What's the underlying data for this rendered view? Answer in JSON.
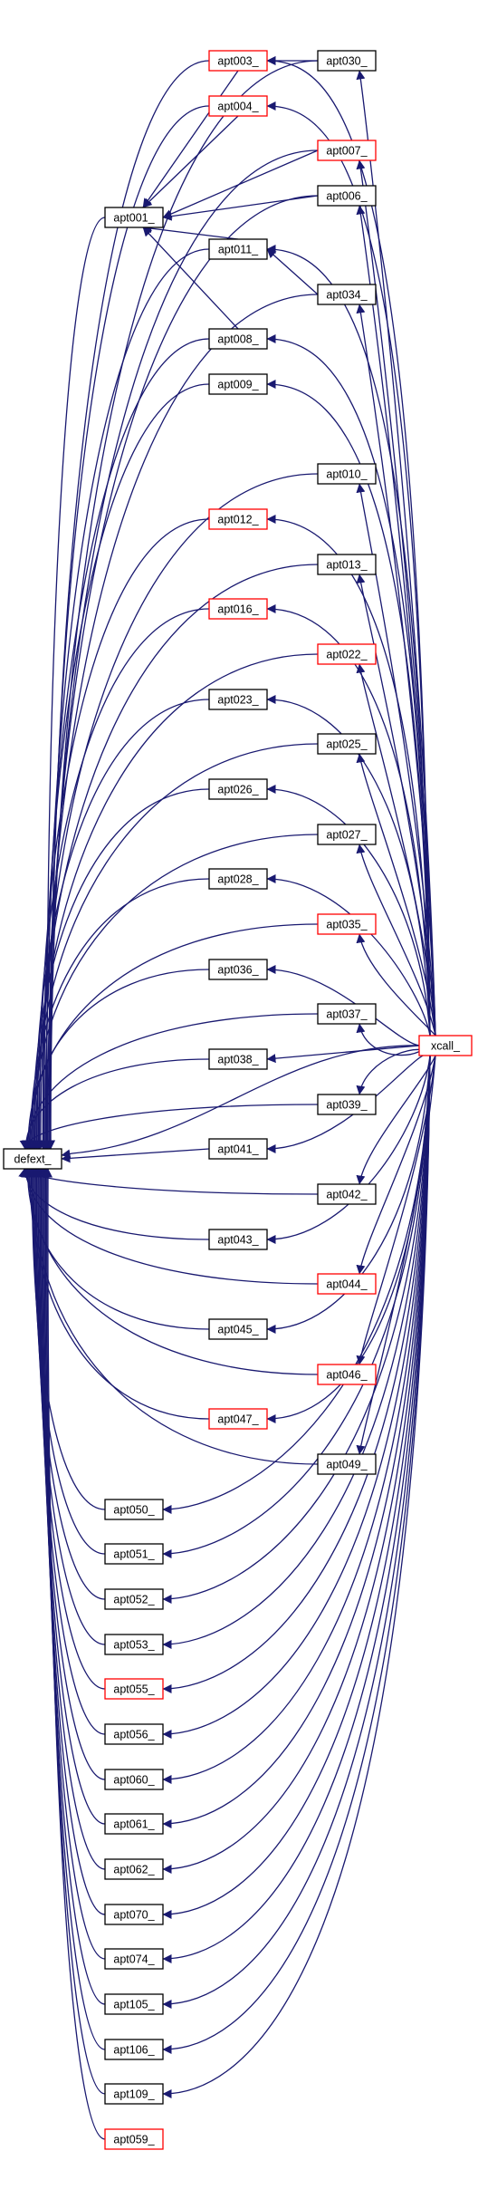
{
  "colors": {
    "edge": "#191970",
    "node_border_normal": "#000000",
    "node_border_highlight": "#ff0000",
    "root_fill": "#c0c0c0",
    "background": "#ffffff"
  },
  "nodes": [
    {
      "id": "defext",
      "label": "defext_",
      "style": "root"
    },
    {
      "id": "xcall",
      "label": "xcall_",
      "style": "red"
    },
    {
      "id": "apt001",
      "label": "apt001_",
      "style": "black"
    },
    {
      "id": "apt003",
      "label": "apt003_",
      "style": "red"
    },
    {
      "id": "apt004",
      "label": "apt004_",
      "style": "red"
    },
    {
      "id": "apt006",
      "label": "apt006_",
      "style": "black"
    },
    {
      "id": "apt007",
      "label": "apt007_",
      "style": "red"
    },
    {
      "id": "apt008",
      "label": "apt008_",
      "style": "black"
    },
    {
      "id": "apt009",
      "label": "apt009_",
      "style": "black"
    },
    {
      "id": "apt010",
      "label": "apt010_",
      "style": "black"
    },
    {
      "id": "apt011",
      "label": "apt011_",
      "style": "black"
    },
    {
      "id": "apt012",
      "label": "apt012_",
      "style": "red"
    },
    {
      "id": "apt013",
      "label": "apt013_",
      "style": "black"
    },
    {
      "id": "apt016",
      "label": "apt016_",
      "style": "red"
    },
    {
      "id": "apt022",
      "label": "apt022_",
      "style": "red"
    },
    {
      "id": "apt023",
      "label": "apt023_",
      "style": "black"
    },
    {
      "id": "apt025",
      "label": "apt025_",
      "style": "black"
    },
    {
      "id": "apt026",
      "label": "apt026_",
      "style": "black"
    },
    {
      "id": "apt027",
      "label": "apt027_",
      "style": "black"
    },
    {
      "id": "apt028",
      "label": "apt028_",
      "style": "black"
    },
    {
      "id": "apt030",
      "label": "apt030_",
      "style": "black"
    },
    {
      "id": "apt034",
      "label": "apt034_",
      "style": "black"
    },
    {
      "id": "apt035",
      "label": "apt035_",
      "style": "red"
    },
    {
      "id": "apt036",
      "label": "apt036_",
      "style": "black"
    },
    {
      "id": "apt037",
      "label": "apt037_",
      "style": "black"
    },
    {
      "id": "apt038",
      "label": "apt038_",
      "style": "black"
    },
    {
      "id": "apt039",
      "label": "apt039_",
      "style": "black"
    },
    {
      "id": "apt041",
      "label": "apt041_",
      "style": "black"
    },
    {
      "id": "apt042",
      "label": "apt042_",
      "style": "black"
    },
    {
      "id": "apt043",
      "label": "apt043_",
      "style": "black"
    },
    {
      "id": "apt044",
      "label": "apt044_",
      "style": "red"
    },
    {
      "id": "apt045",
      "label": "apt045_",
      "style": "black"
    },
    {
      "id": "apt046",
      "label": "apt046_",
      "style": "red"
    },
    {
      "id": "apt047",
      "label": "apt047_",
      "style": "red"
    },
    {
      "id": "apt049",
      "label": "apt049_",
      "style": "black"
    },
    {
      "id": "apt050",
      "label": "apt050_",
      "style": "black"
    },
    {
      "id": "apt051",
      "label": "apt051_",
      "style": "black"
    },
    {
      "id": "apt052",
      "label": "apt052_",
      "style": "black"
    },
    {
      "id": "apt053",
      "label": "apt053_",
      "style": "black"
    },
    {
      "id": "apt055",
      "label": "apt055_",
      "style": "red"
    },
    {
      "id": "apt056",
      "label": "apt056_",
      "style": "black"
    },
    {
      "id": "apt059",
      "label": "apt059_",
      "style": "red"
    },
    {
      "id": "apt060",
      "label": "apt060_",
      "style": "black"
    },
    {
      "id": "apt061",
      "label": "apt061_",
      "style": "black"
    },
    {
      "id": "apt062",
      "label": "apt062_",
      "style": "black"
    },
    {
      "id": "apt070",
      "label": "apt070_",
      "style": "black"
    },
    {
      "id": "apt074",
      "label": "apt074_",
      "style": "black"
    },
    {
      "id": "apt105",
      "label": "apt105_",
      "style": "black"
    },
    {
      "id": "apt106",
      "label": "apt106_",
      "style": "black"
    },
    {
      "id": "apt109",
      "label": "apt109_",
      "style": "black"
    }
  ],
  "edges": [
    {
      "from": "apt001",
      "to": "defext"
    },
    {
      "from": "apt003",
      "to": "defext"
    },
    {
      "from": "apt004",
      "to": "defext"
    },
    {
      "from": "apt006",
      "to": "defext"
    },
    {
      "from": "apt007",
      "to": "defext"
    },
    {
      "from": "apt008",
      "to": "defext"
    },
    {
      "from": "apt009",
      "to": "defext"
    },
    {
      "from": "apt010",
      "to": "defext"
    },
    {
      "from": "apt011",
      "to": "defext"
    },
    {
      "from": "apt012",
      "to": "defext"
    },
    {
      "from": "apt013",
      "to": "defext"
    },
    {
      "from": "apt016",
      "to": "defext"
    },
    {
      "from": "apt022",
      "to": "defext"
    },
    {
      "from": "apt023",
      "to": "defext"
    },
    {
      "from": "apt025",
      "to": "defext"
    },
    {
      "from": "apt026",
      "to": "defext"
    },
    {
      "from": "apt027",
      "to": "defext"
    },
    {
      "from": "apt028",
      "to": "defext"
    },
    {
      "from": "apt030",
      "to": "defext"
    },
    {
      "from": "apt034",
      "to": "defext"
    },
    {
      "from": "apt035",
      "to": "defext"
    },
    {
      "from": "apt036",
      "to": "defext"
    },
    {
      "from": "apt037",
      "to": "defext"
    },
    {
      "from": "apt038",
      "to": "defext"
    },
    {
      "from": "apt039",
      "to": "defext"
    },
    {
      "from": "apt041",
      "to": "defext"
    },
    {
      "from": "apt042",
      "to": "defext"
    },
    {
      "from": "apt043",
      "to": "defext"
    },
    {
      "from": "apt044",
      "to": "defext"
    },
    {
      "from": "apt045",
      "to": "defext"
    },
    {
      "from": "apt046",
      "to": "defext"
    },
    {
      "from": "apt047",
      "to": "defext"
    },
    {
      "from": "apt049",
      "to": "defext"
    },
    {
      "from": "apt050",
      "to": "defext"
    },
    {
      "from": "apt051",
      "to": "defext"
    },
    {
      "from": "apt052",
      "to": "defext"
    },
    {
      "from": "apt053",
      "to": "defext"
    },
    {
      "from": "apt055",
      "to": "defext"
    },
    {
      "from": "apt056",
      "to": "defext"
    },
    {
      "from": "apt059",
      "to": "defext"
    },
    {
      "from": "apt060",
      "to": "defext"
    },
    {
      "from": "apt061",
      "to": "defext"
    },
    {
      "from": "apt062",
      "to": "defext"
    },
    {
      "from": "apt070",
      "to": "defext"
    },
    {
      "from": "apt074",
      "to": "defext"
    },
    {
      "from": "apt105",
      "to": "defext"
    },
    {
      "from": "apt106",
      "to": "defext"
    },
    {
      "from": "apt109",
      "to": "defext"
    },
    {
      "from": "xcall",
      "to": "defext"
    },
    {
      "from": "apt003",
      "to": "apt001"
    },
    {
      "from": "apt004",
      "to": "apt001"
    },
    {
      "from": "apt006",
      "to": "apt001"
    },
    {
      "from": "apt007",
      "to": "apt001"
    },
    {
      "from": "apt008",
      "to": "apt001"
    },
    {
      "from": "apt011",
      "to": "apt001"
    },
    {
      "from": "apt030",
      "to": "apt003"
    },
    {
      "from": "apt034",
      "to": "apt011"
    },
    {
      "from": "xcall",
      "to": "apt003"
    },
    {
      "from": "xcall",
      "to": "apt004"
    },
    {
      "from": "xcall",
      "to": "apt006"
    },
    {
      "from": "xcall",
      "to": "apt007"
    },
    {
      "from": "xcall",
      "to": "apt008"
    },
    {
      "from": "xcall",
      "to": "apt009"
    },
    {
      "from": "xcall",
      "to": "apt010"
    },
    {
      "from": "xcall",
      "to": "apt011"
    },
    {
      "from": "xcall",
      "to": "apt012"
    },
    {
      "from": "xcall",
      "to": "apt013"
    },
    {
      "from": "xcall",
      "to": "apt016"
    },
    {
      "from": "xcall",
      "to": "apt022"
    },
    {
      "from": "xcall",
      "to": "apt023"
    },
    {
      "from": "xcall",
      "to": "apt025"
    },
    {
      "from": "xcall",
      "to": "apt026"
    },
    {
      "from": "xcall",
      "to": "apt027"
    },
    {
      "from": "xcall",
      "to": "apt028"
    },
    {
      "from": "xcall",
      "to": "apt030"
    },
    {
      "from": "xcall",
      "to": "apt034"
    },
    {
      "from": "xcall",
      "to": "apt035"
    },
    {
      "from": "xcall",
      "to": "apt036"
    },
    {
      "from": "xcall",
      "to": "apt037"
    },
    {
      "from": "xcall",
      "to": "apt038"
    },
    {
      "from": "xcall",
      "to": "apt039"
    },
    {
      "from": "xcall",
      "to": "apt041"
    },
    {
      "from": "xcall",
      "to": "apt042"
    },
    {
      "from": "xcall",
      "to": "apt043"
    },
    {
      "from": "xcall",
      "to": "apt044"
    },
    {
      "from": "xcall",
      "to": "apt045"
    },
    {
      "from": "xcall",
      "to": "apt046"
    },
    {
      "from": "xcall",
      "to": "apt047"
    },
    {
      "from": "xcall",
      "to": "apt049"
    },
    {
      "from": "xcall",
      "to": "apt050"
    },
    {
      "from": "xcall",
      "to": "apt051"
    },
    {
      "from": "xcall",
      "to": "apt052"
    },
    {
      "from": "xcall",
      "to": "apt053"
    },
    {
      "from": "xcall",
      "to": "apt055"
    },
    {
      "from": "xcall",
      "to": "apt056"
    },
    {
      "from": "xcall",
      "to": "apt060"
    },
    {
      "from": "xcall",
      "to": "apt061"
    },
    {
      "from": "xcall",
      "to": "apt062"
    },
    {
      "from": "xcall",
      "to": "apt070"
    },
    {
      "from": "xcall",
      "to": "apt074"
    },
    {
      "from": "xcall",
      "to": "apt105"
    },
    {
      "from": "xcall",
      "to": "apt106"
    },
    {
      "from": "xcall",
      "to": "apt109"
    }
  ]
}
